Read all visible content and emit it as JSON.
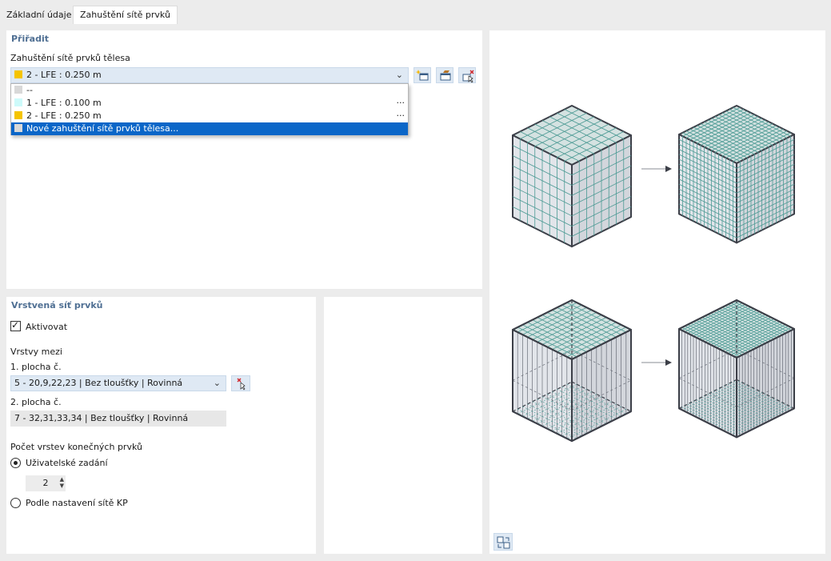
{
  "tabs": [
    {
      "label": "Základní údaje"
    },
    {
      "label": "Zahuštění sítě prvků"
    }
  ],
  "assign": {
    "title": "Přiřadit",
    "field_label": "Zahuštění sítě prvků tělesa",
    "selected": {
      "label": "2 - LFE : 0.250 m",
      "color": "#f5c400"
    },
    "options": [
      {
        "label": "--",
        "color": "#d8d8d8",
        "dots": ""
      },
      {
        "label": "1 - LFE : 0.100 m",
        "color": "#cdfafa",
        "dots": "..."
      },
      {
        "label": "2 - LFE : 0.250 m",
        "color": "#f5c400",
        "dots": "..."
      },
      {
        "label": "Nové zahuštění sítě prvků tělesa...",
        "color": "#d8d8d8",
        "dots": ""
      }
    ],
    "buttons": [
      "new-refinement-icon",
      "edit-refinement-icon",
      "delete-refinement-icon"
    ]
  },
  "layered": {
    "title": "Vrstvená síť prvků",
    "activate_label": "Aktivovat",
    "activate_checked": true,
    "layers_between_label": "Vrstvy mezi",
    "surface1_label": "1. plocha č.",
    "surface1_value": "5 - 20,9,22,23 | Bez tloušťky | Rovinná",
    "surface2_label": "2. plocha č.",
    "surface2_value": "7 - 32,31,33,34 | Bez tloušťky | Rovinná",
    "count_label": "Počet vrstev konečných prvků",
    "user_option": "Uživatelské zadání",
    "user_selected": true,
    "count_value": "2",
    "mesh_option": "Podle nastavení sítě KP"
  },
  "colors": {
    "accent": "#4f6f93",
    "selection": "#0a66c8",
    "combo_bg": "#dfe9f4",
    "cube_top": "#d4e2e1",
    "cube_front": "#e2e5ea",
    "cube_side": "#d3d6dc",
    "edge": "#3c3f48",
    "grid": "#4c9a94"
  }
}
